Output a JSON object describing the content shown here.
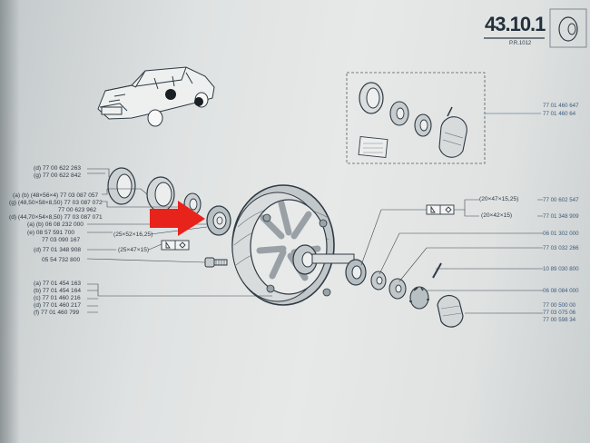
{
  "header": {
    "section": "43.10.1",
    "ref": "P.R.1012"
  },
  "labels_left": [
    {
      "id": "l1",
      "text": "(d) 77 00 622 263"
    },
    {
      "id": "l2",
      "text": "(g) 77 00 622 842"
    },
    {
      "id": "l3",
      "text": "(a) (b) (48×56×4) 77 03 087 057"
    },
    {
      "id": "l4",
      "text": "(g) (48,50×58×8,50) 77 03 087 072"
    },
    {
      "id": "l5",
      "text": "77 00 623 962"
    },
    {
      "id": "l6",
      "text": "(d) (44,70×54×8,50) 77 03 087 071"
    },
    {
      "id": "l7",
      "text": "(a) (b) 06 08 232 000"
    },
    {
      "id": "l8",
      "text": "(e) 08 57 591 700"
    },
    {
      "id": "l9",
      "text": "77 03 090 167"
    },
    {
      "id": "l10",
      "text": "(d) 77 01 348 908"
    },
    {
      "id": "l11",
      "text": "05 54 732 800"
    },
    {
      "id": "l12",
      "text": "(a) 77 01 454 163"
    },
    {
      "id": "l13",
      "text": "(b) 77 01 454 164"
    },
    {
      "id": "l14",
      "text": "(c) 77 01 460 216"
    },
    {
      "id": "l15",
      "text": "(d) 77 01 460 217"
    },
    {
      "id": "l16",
      "text": "(f) 77 01 460 799"
    }
  ],
  "dims_left": [
    {
      "id": "d1",
      "text": "(25×52×16,25)"
    },
    {
      "id": "d2",
      "text": "(25×47×15)"
    }
  ],
  "dims_right": [
    {
      "id": "d3",
      "text": "(20×47×15,25)"
    },
    {
      "id": "d4",
      "text": "(20×42×15)"
    }
  ],
  "labels_right": [
    {
      "id": "r1",
      "text": "77 01 460 647"
    },
    {
      "id": "r2",
      "text": "77 01 460 64"
    },
    {
      "id": "r3",
      "text": "77 00 602 547"
    },
    {
      "id": "r4",
      "text": "77 01 348 909"
    },
    {
      "id": "r5",
      "text": "06 01 302 000"
    },
    {
      "id": "r6",
      "text": "77 03 032 266"
    },
    {
      "id": "r7",
      "text": "10 89 030 800"
    },
    {
      "id": "r8",
      "text": "06 08 084 000"
    },
    {
      "id": "r9",
      "text": "77 00 500 00"
    },
    {
      "id": "r10",
      "text": "77 03 075 06"
    },
    {
      "id": "r11",
      "text": "77 00 598 34"
    }
  ],
  "colors": {
    "arrow": "#e8231c",
    "ink": "#2f3a44",
    "blue_ink": "#3d5b7e"
  }
}
